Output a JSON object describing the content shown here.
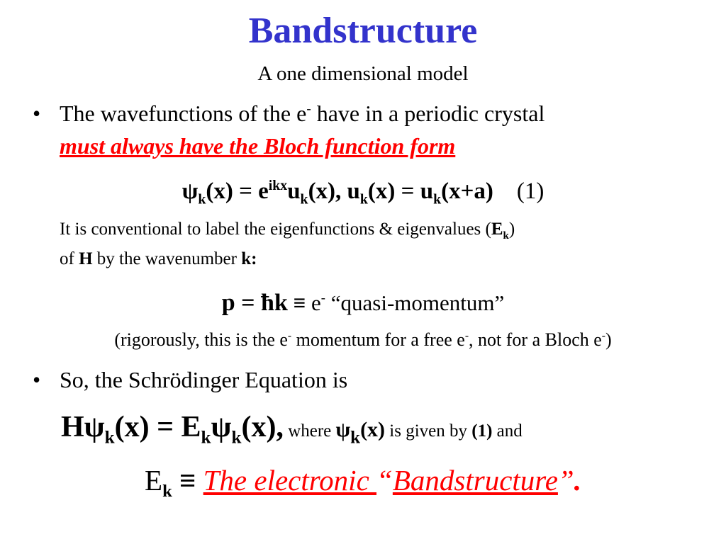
{
  "slide": {
    "title": "Bandstructure",
    "subtitle": "A one dimensional model",
    "bullet1": {
      "line1_a": "The wavefunctions of the e",
      "line1_sup": "-",
      "line1_b": " have in a periodic crystal",
      "emphasis": "must always have the Bloch function form"
    },
    "eq1": {
      "psi": "ψ",
      "k": "k",
      "x_eq": "(x) = e",
      "ikx": "ikx",
      "u": "u",
      "x_comma": "(x),  u",
      "x_eq2": "(x) = u",
      "xa": "(x+a)",
      "num": "    (1)"
    },
    "conv": {
      "line1_a": "It is conventional to label the eigenfunctions & eigenvalues (",
      "E": "E",
      "k": "k",
      "line1_b": ")",
      "line2_a": "of ",
      "H": "H",
      "line2_b": " by the wavenumber ",
      "kcolon": "k:"
    },
    "eq2": {
      "p": "p = ħk",
      "equiv": "≡",
      "e": " e",
      "sup": "-",
      "quasi": " “quasi-momentum”"
    },
    "rigor": {
      "a": "(rigorously, this is the e",
      "sup1": "-",
      "b": " momentum for a free e",
      "sup2": "-",
      "c": ", not for a Bloch e",
      "sup3": "-",
      "d": ")"
    },
    "bullet2": {
      "text": "So, the Schrödinger Equation is"
    },
    "eq3": {
      "H": "H",
      "psi": "ψ",
      "k": "k",
      "x_eq": "(x) = E",
      "x_end": "(x),",
      "where": " where ",
      "x": "(x)",
      "given": " is given by ",
      "one": "(1)",
      "and": " and"
    },
    "eq4": {
      "E": "E",
      "k": "k",
      "equiv": " ≡ ",
      "elec": "The electronic ",
      "quote_open": "“",
      "band": "Bandstructure",
      "quote_close": "”",
      "period": "."
    },
    "colors": {
      "title": "#3333cc",
      "emphasis": "#ff0000"
    }
  }
}
